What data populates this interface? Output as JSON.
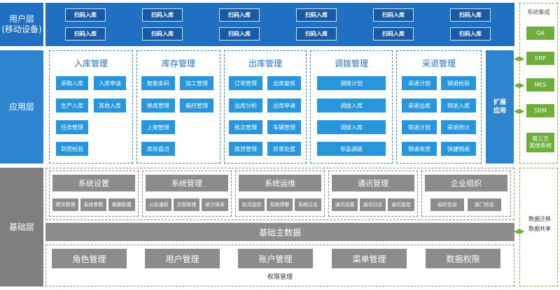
{
  "layers": {
    "user_line1": "用户层",
    "user_line2": "(移动设备)",
    "app": "应用层",
    "base": "基础层"
  },
  "user_layer": {
    "buttons": [
      "扫码入库",
      "扫码入库",
      "扫码入库",
      "扫码入库",
      "扫码入库",
      "扫码入库",
      "扫码入库",
      "扫码入库",
      "扫码入库",
      "扫码入库",
      "扫码入库",
      "扫码入库"
    ]
  },
  "app_layer": {
    "panels": [
      {
        "title": "入库管理",
        "items": [
          "采购入库",
          "入库申请",
          "生产入库",
          "其他入库",
          "任务管理",
          "到货检验"
        ]
      },
      {
        "title": "库存管理",
        "items": [
          "智能条码",
          "加工管理",
          "移库管理",
          "箱托管理",
          "上架管理",
          "库存盘点"
        ]
      },
      {
        "title": "出库管理",
        "items": [
          "订单管理",
          "出库复核",
          "出库分析",
          "出库申请",
          "批次管理",
          "车辆管理",
          "拣货管理",
          "异常处置"
        ]
      },
      {
        "title": "调拨管理",
        "items": [
          "调拨计划",
          "调拨入库",
          "调拨入库",
          "非品调拨"
        ]
      },
      {
        "title": "采退管理",
        "items": [
          "采退计划",
          "销退检验",
          "采退出库",
          "销退入库",
          "销退计划",
          "采退统计",
          "销退收货",
          "快捷销退"
        ]
      }
    ],
    "extension_line1": "扩展",
    "extension_line2": "应用"
  },
  "base_layer": {
    "panels": [
      {
        "title": "系统设置",
        "items": [
          "模块管理",
          "系统参数",
          "邮箱配置"
        ]
      },
      {
        "title": "系统管理",
        "items": [
          "公告通知",
          "文档管理",
          "统计报表"
        ]
      },
      {
        "title": "系统运维",
        "items": [
          "状况监控",
          "系统预警",
          "系统日志"
        ]
      },
      {
        "title": "通讯管理",
        "items": [
          "通讯设置",
          "通讯日志",
          "通讯监控"
        ]
      },
      {
        "title": "企业组织",
        "items": [
          "组织信息",
          "部门信息"
        ]
      }
    ],
    "master_data": "基础主数据",
    "permissions": [
      "角色管理",
      "用户管理",
      "账户管理",
      "菜单管理",
      "数据权限"
    ],
    "permissions_label": "权限管理"
  },
  "integration": {
    "title": "系统集成",
    "systems": [
      "OA",
      "ERP",
      "MES",
      "SRM"
    ],
    "third_party_line1": "第三方",
    "third_party_line2": "其他系统"
  },
  "data_side": {
    "line1": "数据迁移",
    "line2": "数据共享"
  },
  "colors": {
    "user_blue": "#1f6fc2",
    "app_blue": "#2e84cf",
    "item_blue": "#2796dc",
    "base_gray": "#8c8c8c",
    "integration_green": "#6fae3a"
  }
}
